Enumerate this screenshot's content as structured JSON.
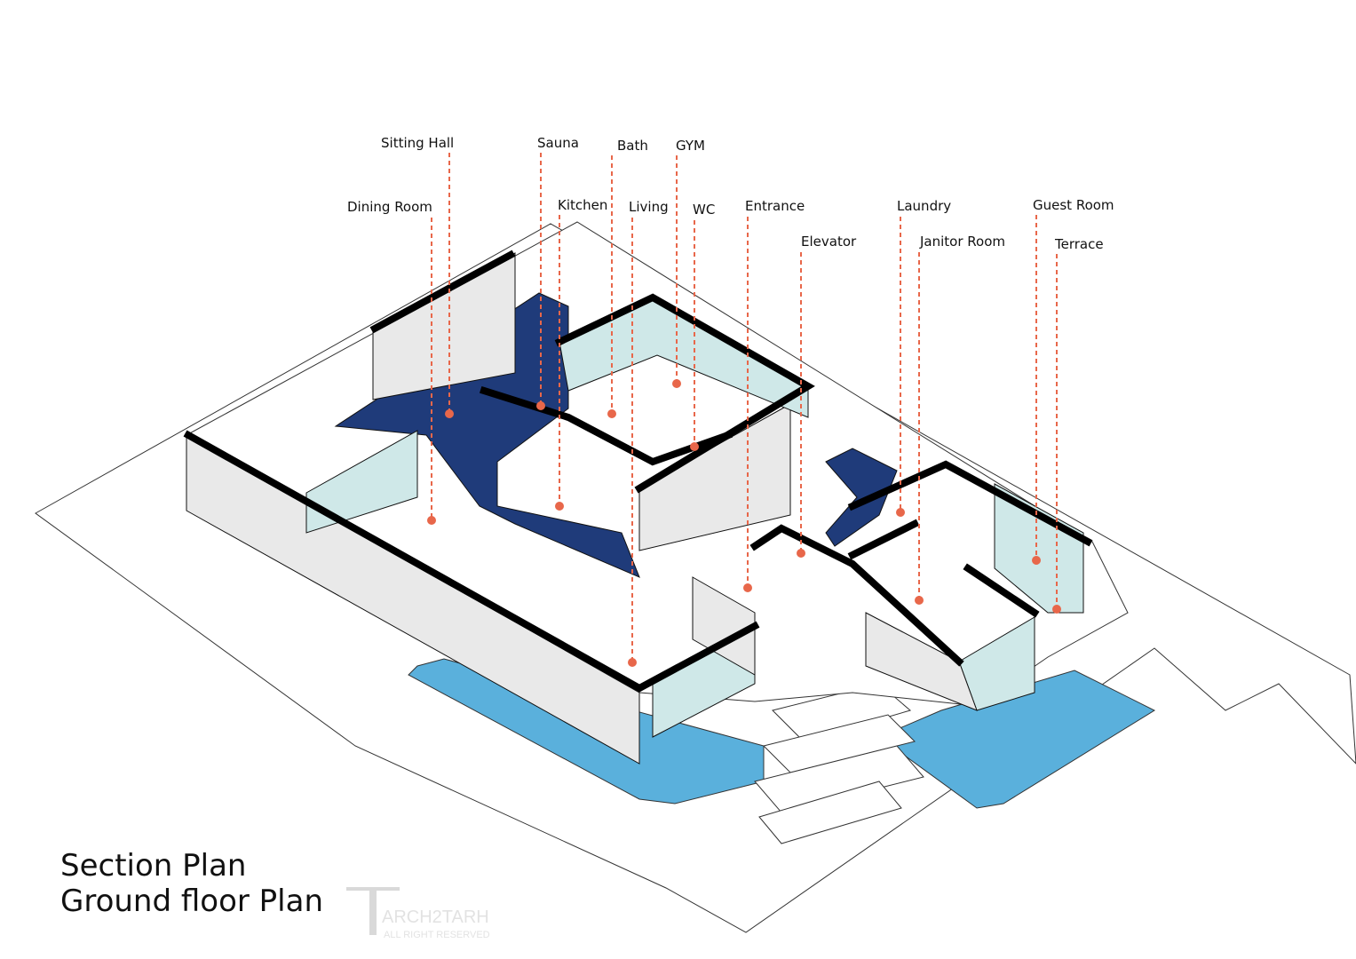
{
  "title": {
    "line1": "Section Plan",
    "line2": "Ground floor Plan"
  },
  "watermark": {
    "brand": "ARCH2TARH",
    "rights": "ALL RIGHT RESERVED"
  },
  "colors": {
    "leader": "#e8674a",
    "pool": "#5ab0dc",
    "dark_pool": "#1f3b7a",
    "glass": "#cfe8e8"
  },
  "labels": [
    {
      "id": "sitting-hall",
      "text": "Sitting Hall"
    },
    {
      "id": "dining-room",
      "text": "Dining Room"
    },
    {
      "id": "sauna",
      "text": "Sauna"
    },
    {
      "id": "kitchen",
      "text": "Kitchen"
    },
    {
      "id": "bath",
      "text": "Bath"
    },
    {
      "id": "living",
      "text": "Living"
    },
    {
      "id": "gym",
      "text": "GYM"
    },
    {
      "id": "wc",
      "text": "WC"
    },
    {
      "id": "entrance",
      "text": "Entrance"
    },
    {
      "id": "elevator",
      "text": "Elevator"
    },
    {
      "id": "laundry",
      "text": "Laundry"
    },
    {
      "id": "janitor-room",
      "text": "Janitor Room"
    },
    {
      "id": "guest-room",
      "text": "Guest Room"
    },
    {
      "id": "terrace",
      "text": "Terrace"
    }
  ]
}
